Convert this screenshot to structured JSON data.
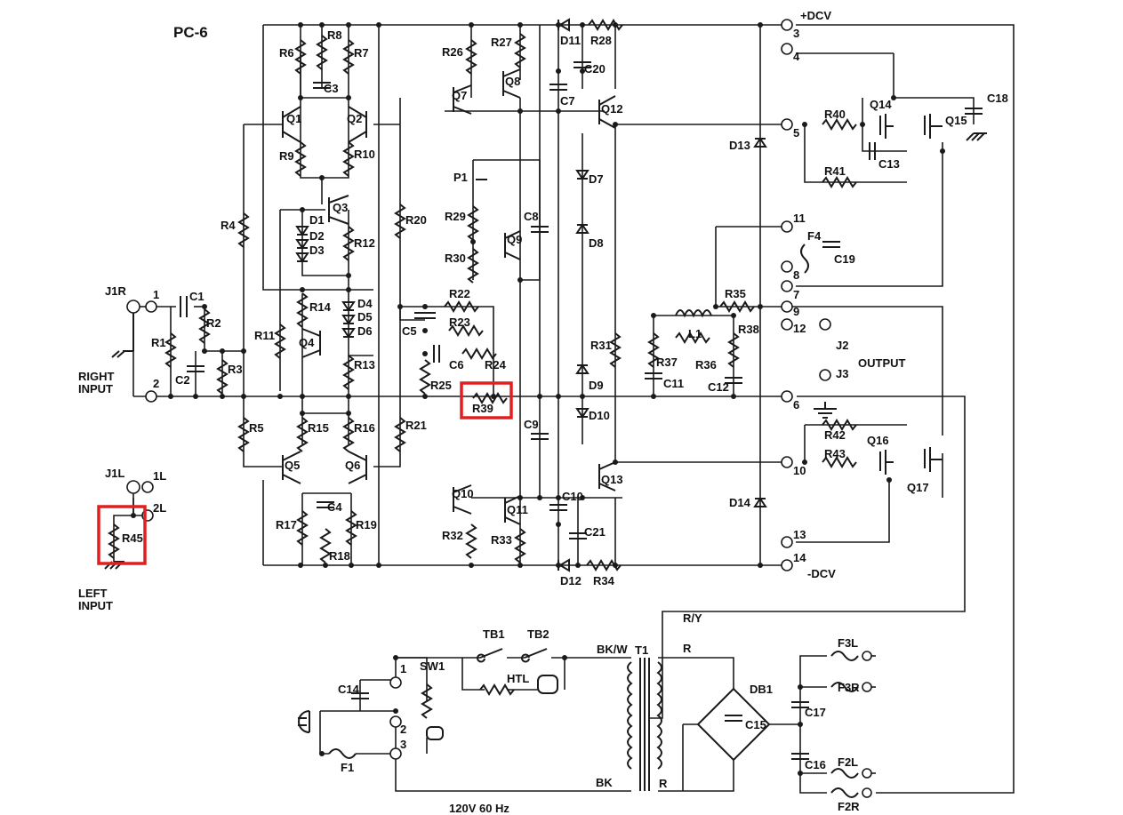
{
  "title": "PC-6",
  "labels": {
    "dcv_pos": "+DCV",
    "dcv_neg": "-DCV",
    "output": "OUTPUT",
    "right_input": [
      "RIGHT",
      "INPUT"
    ],
    "left_input": [
      "LEFT",
      "INPUT"
    ],
    "mains": "120V  60 Hz",
    "bk_w": "BK/W",
    "bk": "BK",
    "r_y": "R/Y",
    "r_top": "R",
    "r_bot": "R",
    "jacks": {
      "j1r": "J1R",
      "j1l": "J1L",
      "j2": "J2",
      "j3": "J3"
    }
  },
  "terminals": [
    "1",
    "2",
    "1L",
    "2L",
    "3",
    "4",
    "5",
    "6",
    "7",
    "8",
    "9",
    "10",
    "11",
    "12",
    "13",
    "14"
  ],
  "sw_terminals": [
    "1",
    "2",
    "3"
  ],
  "components": {
    "resistors": [
      "R1",
      "R2",
      "R3",
      "R4",
      "R5",
      "R6",
      "R7",
      "R8",
      "R9",
      "R10",
      "R11",
      "R12",
      "R13",
      "R14",
      "R15",
      "R16",
      "R17",
      "R18",
      "R19",
      "R20",
      "R21",
      "R22",
      "R23",
      "R24",
      "R25",
      "R26",
      "R27",
      "R28",
      "R29",
      "R30",
      "R31",
      "R32",
      "R33",
      "R34",
      "R35",
      "R36",
      "R37",
      "R38",
      "R39",
      "R40",
      "R41",
      "R42",
      "R43",
      "R45"
    ],
    "capacitors": [
      "C1",
      "C2",
      "C3",
      "C4",
      "C5",
      "C6",
      "C7",
      "C8",
      "C9",
      "C10",
      "C11",
      "C12",
      "C13",
      "C14",
      "C15",
      "C16",
      "C17",
      "C18",
      "C19",
      "C20",
      "C21"
    ],
    "transistors": [
      "Q1",
      "Q2",
      "Q3",
      "Q4",
      "Q5",
      "Q6",
      "Q7",
      "Q8",
      "Q9",
      "Q10",
      "Q11",
      "Q12",
      "Q13",
      "Q14",
      "Q15",
      "Q16",
      "Q17"
    ],
    "diodes": [
      "D1",
      "D2",
      "D3",
      "D4",
      "D5",
      "D6",
      "D7",
      "D8",
      "D9",
      "D10",
      "D11",
      "D12",
      "D13",
      "D14"
    ],
    "other": [
      "P1",
      "L1",
      "F1",
      "F2L",
      "F2R",
      "F3L",
      "F3R",
      "F4",
      "SW1",
      "TB1",
      "TB2",
      "HTL",
      "T1",
      "DB1"
    ]
  },
  "highlights": [
    {
      "label": "R39",
      "color": "#e02020"
    },
    {
      "label": "R45",
      "color": "#e02020"
    }
  ]
}
